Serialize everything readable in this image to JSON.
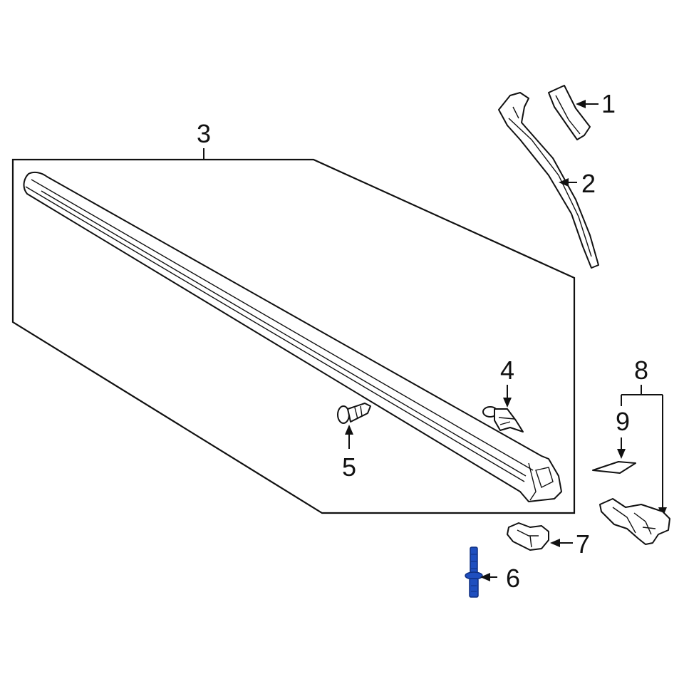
{
  "callouts": {
    "c1": "1",
    "c2": "2",
    "c3": "3",
    "c4": "4",
    "c5": "5",
    "c6": "6",
    "c7": "7",
    "c8": "8",
    "c9": "9"
  },
  "colors": {
    "line": "#111111",
    "highlight": "#1f4fbf",
    "highlight_dark": "#0f2f80",
    "background": "#ffffff"
  },
  "highlighted_part": "6"
}
